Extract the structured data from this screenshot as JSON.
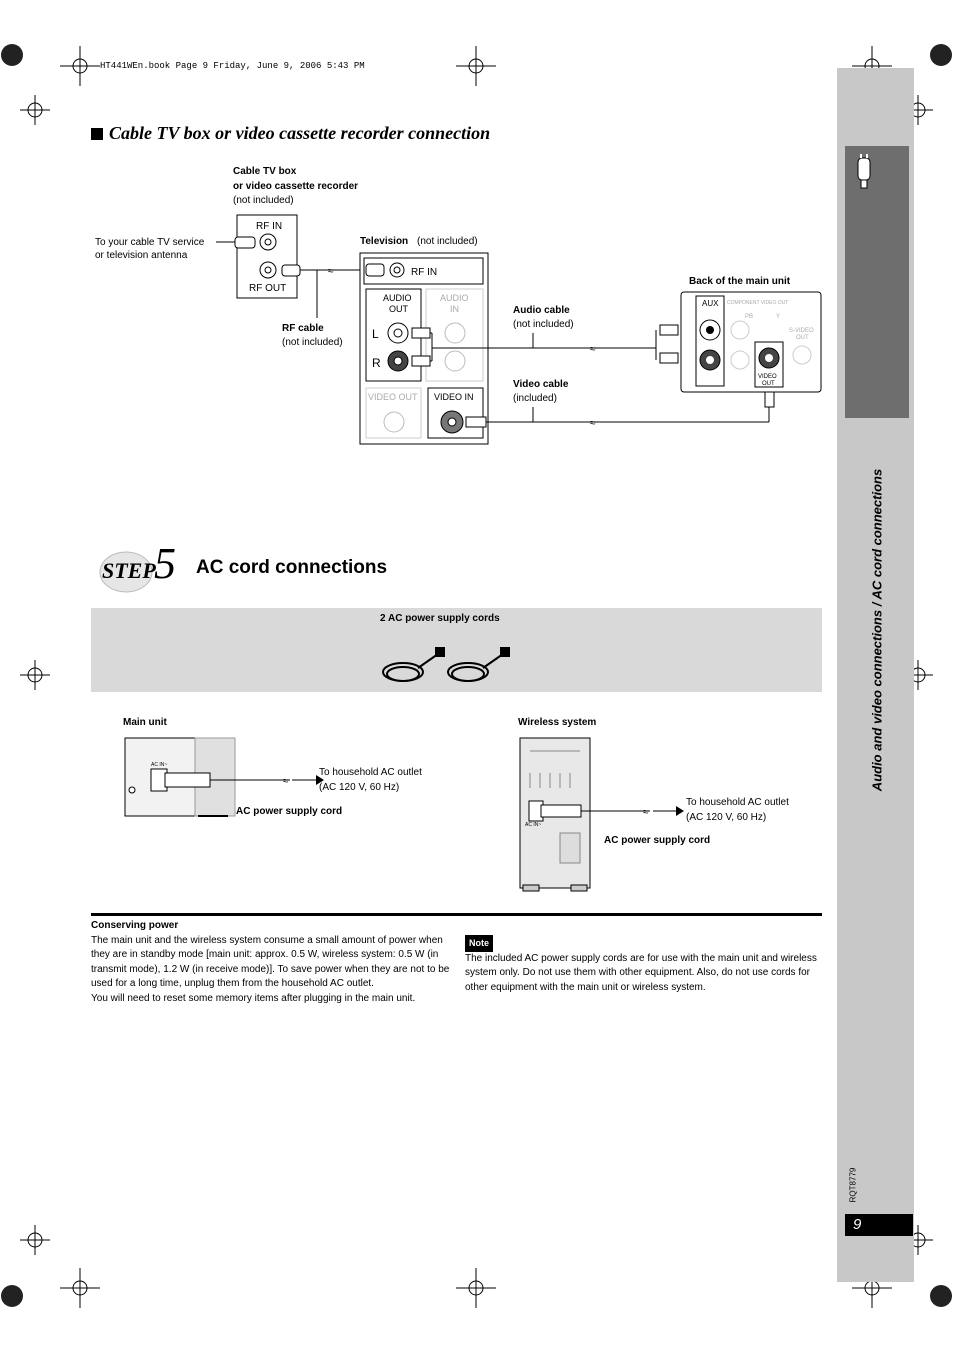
{
  "header": {
    "file_line": "HT441WEn.book  Page 9  Friday, June 9, 2006  5:43 PM"
  },
  "section1": {
    "title": "Cable TV box or video cassette recorder connection",
    "cable_box_label_bold1": "Cable TV box",
    "cable_box_label_bold2": "or video cassette recorder",
    "cable_box_label_note": "(not included)",
    "antenna_label1": "To your cable TV service",
    "antenna_label2": "or television antenna",
    "rf_in": "RF IN",
    "rf_out": "RF OUT",
    "television_bold": "Television",
    "television_note": "(not included)",
    "tv_rf_in": "RF IN",
    "audio_out1": "AUDIO",
    "audio_out2": "OUT",
    "audio_in1": "AUDIO",
    "audio_in2": "IN",
    "l": "L",
    "r": "R",
    "video_out": "VIDEO OUT",
    "video_in": "VIDEO IN",
    "rf_cable_bold": "RF cable",
    "rf_cable_note": "(not included)",
    "audio_cable_bold": "Audio cable",
    "audio_cable_note": "(not included)",
    "video_cable_bold": "Video cable",
    "video_cable_note": "(included)",
    "back_main_unit": "Back of the main unit",
    "aux": "AUX",
    "component_video_out": "COMPONENT VIDEO OUT",
    "pb": "PB",
    "y": "Y",
    "s_video1": "S-VIDEO",
    "s_video2": "OUT",
    "video_out_unit1": "VIDEO",
    "video_out_unit2": "OUT"
  },
  "step": {
    "step_word": "STEP",
    "step_number": "5",
    "title": "AC cord connections"
  },
  "cords_band": {
    "label": "2 AC power supply cords"
  },
  "main_unit": {
    "title": "Main unit",
    "ac_in": "AC IN~",
    "outlet1": "To household AC outlet",
    "outlet2": "(AC 120 V, 60 Hz)",
    "cord_label": "AC power supply cord"
  },
  "wireless": {
    "title": "Wireless system",
    "ac_in": "AC IN~",
    "outlet1": "To household AC outlet",
    "outlet2": "(AC 120 V, 60 Hz)",
    "cord_label": "AC power supply cord"
  },
  "conserving": {
    "title": "Conserving power",
    "body1": "The main unit and the wireless system consume a small amount of power when they are in standby mode [main unit: approx. 0.5 W, wireless system: 0.5 W (in transmit mode), 1.2 W (in receive mode)]. To save power when they are not to be used for a long time, unplug them from the household AC outlet.",
    "body2": "You will need to reset some memory items after plugging in the main unit."
  },
  "note": {
    "tag": "Note",
    "body": "The included AC power supply cords are for use with the main unit and wireless system only. Do not use them with other equipment. Also, do not use cords for other equipment with the main unit or wireless system."
  },
  "sidebar": {
    "vertical_title": "Audio and video connections / AC cord connections",
    "rqt": "RQT8779",
    "page_number": "9"
  }
}
